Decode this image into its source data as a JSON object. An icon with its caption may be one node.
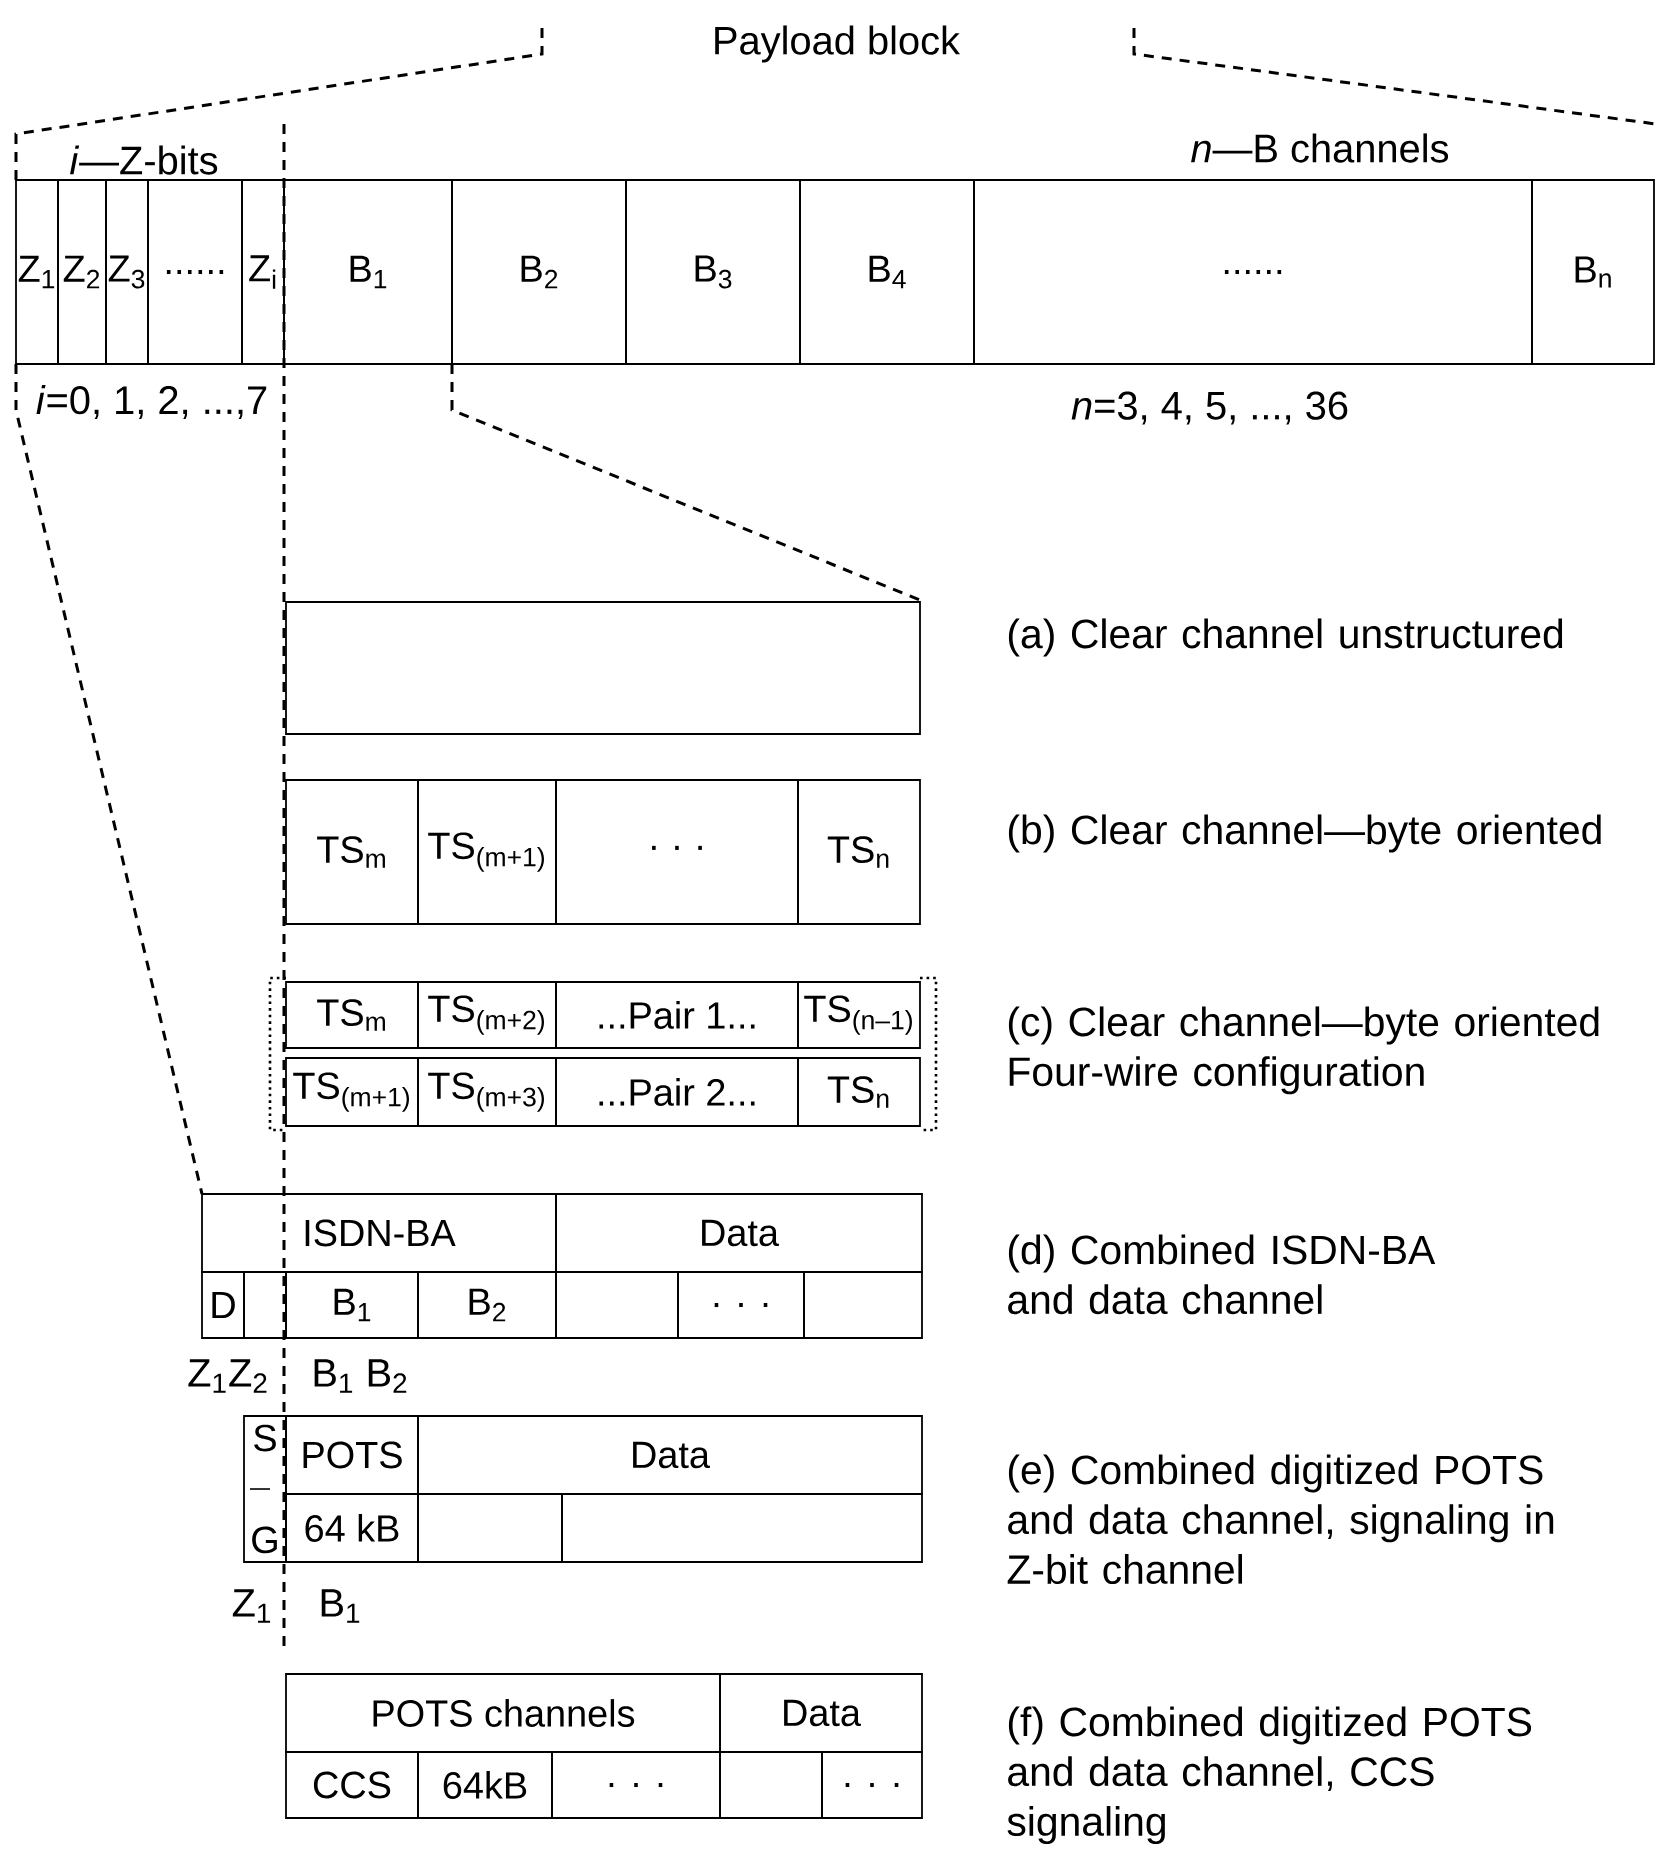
{
  "diagram": {
    "nodes": [
      {
        "text": [
          "Z$_{1}$"
        ]
      },
      {
        "text": [
          "Z$_{2}$"
        ]
      },
      {
        "text": [
          "Z$_{3}$"
        ]
      },
      {
        "text": [
          "......"
        ]
      },
      {
        "text": [
          "Z$_{i}$"
        ]
      },
      {
        "text": [
          "B$_{1}$"
        ]
      },
      {
        "text": [
          "B$_{2}$"
        ]
      },
      {
        "text": [
          "B$_{3}$"
        ]
      },
      {
        "text": [
          "B$_{4}$"
        ]
      },
      {
        "text": [
          "......"
        ]
      },
      {
        "text": [
          "B$_{n}$"
        ]
      },
      {
        "text": [],
        "shape": "box"
      },
      {
        "text": [
          "TS$_{m}$"
        ]
      },
      {
        "text": [
          "TS$_{(m+1)}$"
        ]
      },
      {
        "text": [
          "· · ·"
        ]
      },
      {
        "text": [
          "TS$_{n}$"
        ]
      },
      {
        "text": [
          "TS$_{m}$"
        ]
      },
      {
        "text": [
          "TS$_{(m+2)}$"
        ]
      },
      {
        "text": [
          "...Pair 1..."
        ]
      },
      {
        "text": [
          "TS$_{(n–1)}$"
        ]
      },
      {
        "text": [
          "TS$_{(m+1)}$"
        ]
      },
      {
        "text": [
          "TS$_{(m+3)}$"
        ]
      },
      {
        "text": [
          "...Pair 2..."
        ]
      },
      {
        "text": [
          "TS$_{n}$"
        ]
      },
      {
        "text": [
          "ISDN-BA"
        ]
      },
      {
        "text": [
          "Data"
        ]
      },
      {
        "text": [
          "D"
        ]
      },
      {
        "text": [],
        "shape": "box"
      },
      {
        "text": [
          "B$_{1}$"
        ]
      },
      {
        "text": [
          "B$_{2}$"
        ]
      },
      {
        "text": [],
        "shape": "box"
      },
      {
        "text": [
          ". . ."
        ]
      },
      {
        "text": [],
        "shape": "box"
      },
      {
        "text": [
          "S",
          "G"
        ]
      },
      {
        "text": [
          "POTS"
        ]
      },
      {
        "text": [
          "Data"
        ]
      },
      {
        "text": [
          "64 kB"
        ]
      },
      {
        "text": [],
        "shape": "box"
      },
      {
        "text": [],
        "shape": "box"
      },
      {
        "text": [
          "POTS channels"
        ]
      },
      {
        "text": [
          "Data"
        ]
      },
      {
        "text": [
          "CCS"
        ]
      },
      {
        "text": [
          "64kB"
        ]
      },
      {
        "text": [
          ". . ."
        ]
      },
      {
        "text": [],
        "shape": "box"
      },
      {
        "text": [
          ". . ."
        ]
      }
    ],
    "labels": [
      "Payload block",
      "*i*—Z-bits",
      "*n*—B channels",
      "*i*=0, 1, 2, ...,7",
      "*n*=3, 4, 5, ..., 36",
      "(a) Clear channel unstructured",
      "(b) Clear channel—byte oriented",
      "(c) Clear channel—byte oriented Four-wire configuration",
      "(d) Combined ISDN-BA and data channel",
      "Z$_{1}$Z$_{2}$",
      "B$_{1}$ B$_{2}$",
      "(e) Combined digitized POTS and data channel, signaling in Z-bit channel",
      "Z$_{1}$",
      "B$_{1}$",
      "(f) Combined digitized POTS and data channel, CCS signaling"
    ]
  }
}
